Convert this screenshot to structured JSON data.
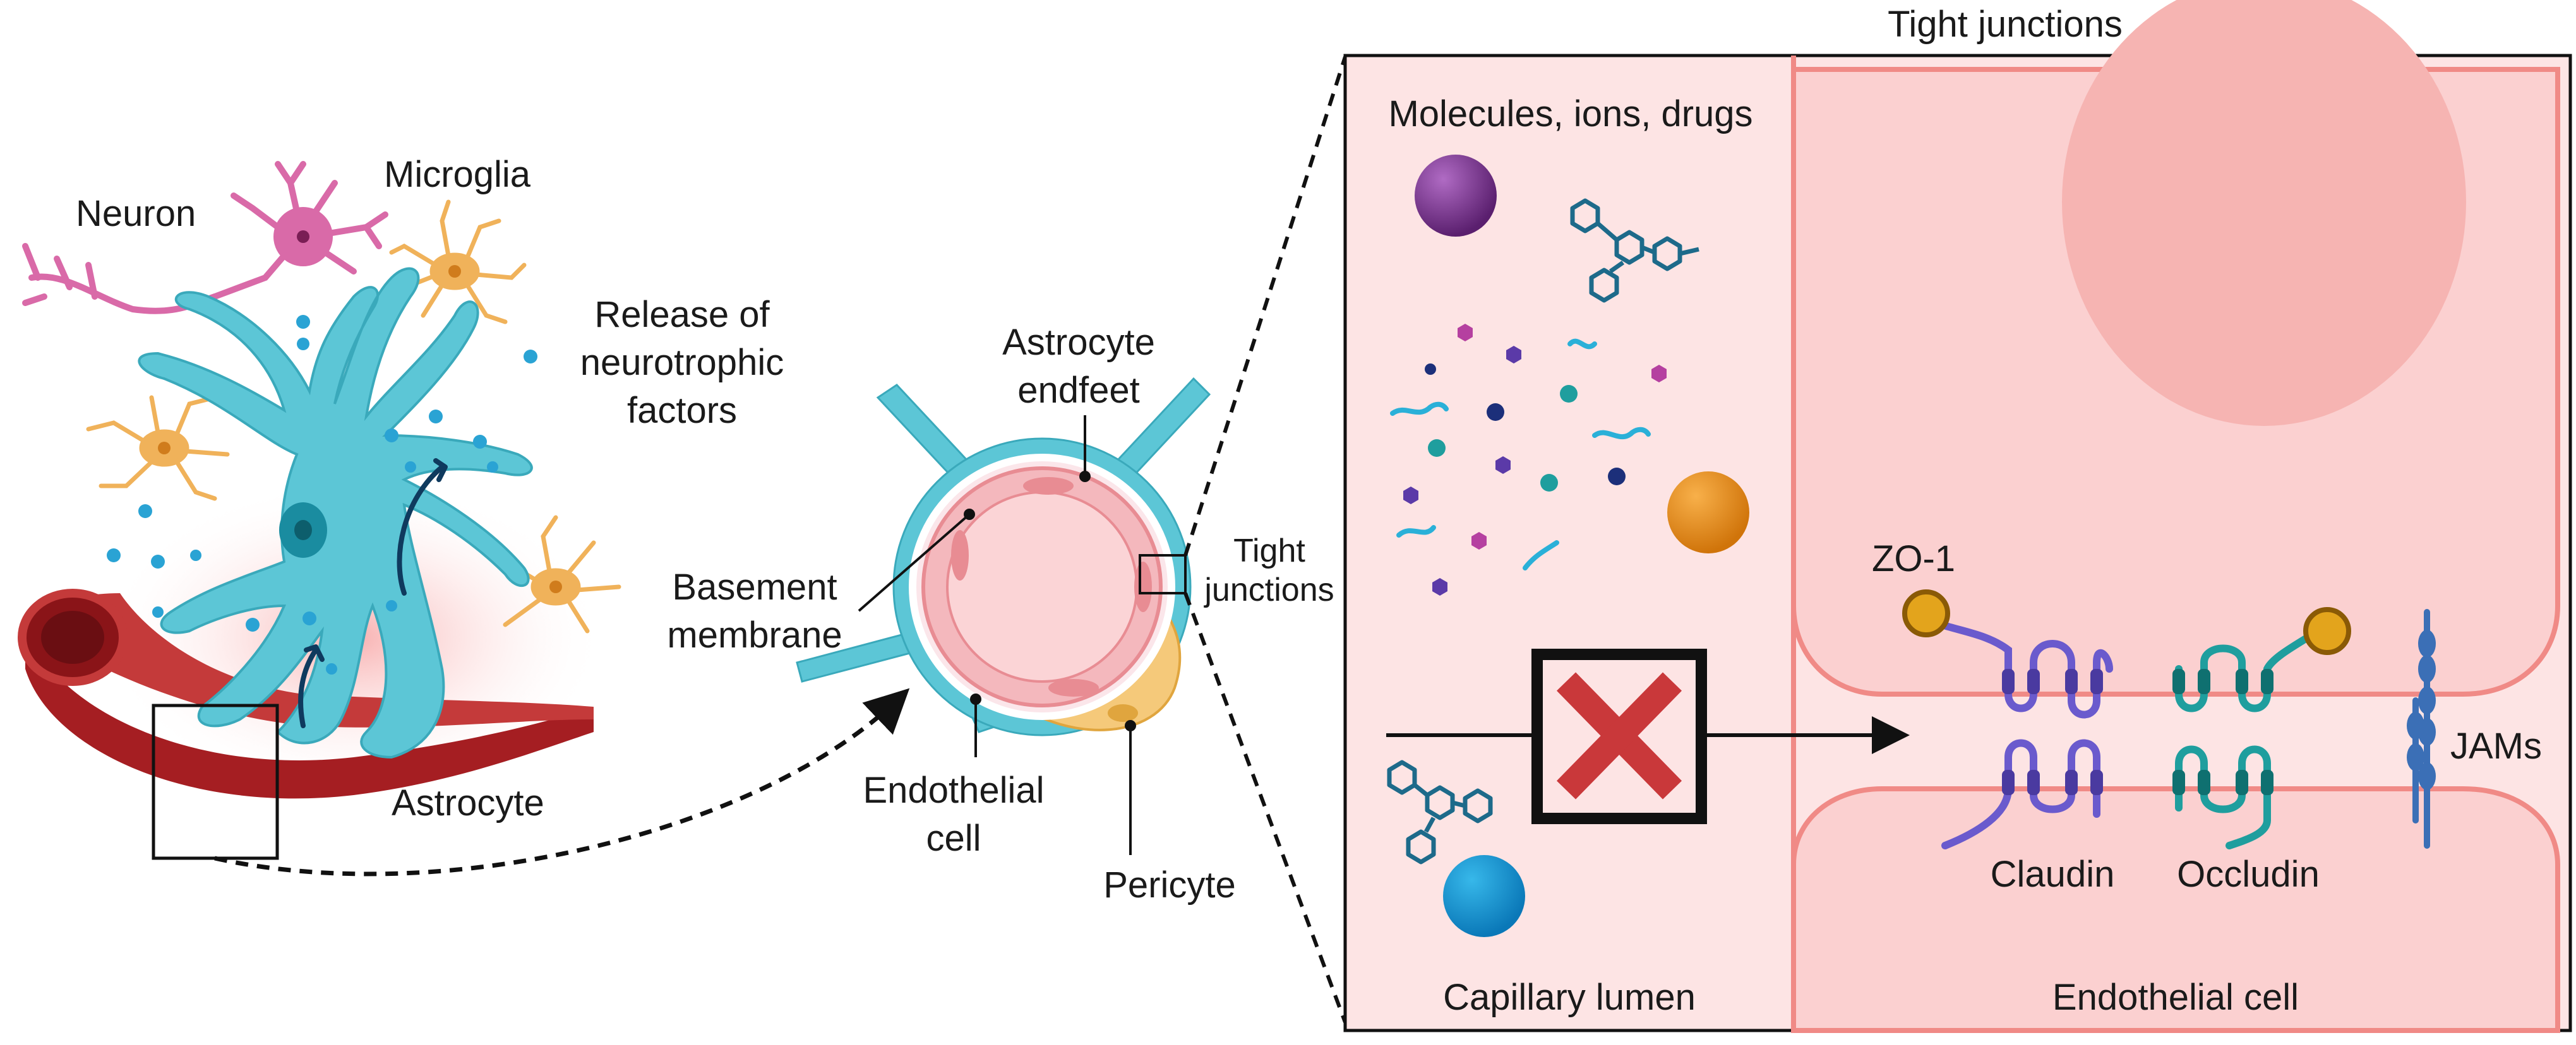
{
  "labels": {
    "neuron": "Neuron",
    "microglia": "Microglia",
    "release_1": "Release of",
    "release_2": "neurotrophic",
    "release_3": "factors",
    "astrocyte": "Astrocyte",
    "astrocyte_endfeet_1": "Astrocyte",
    "astrocyte_endfeet_2": "endfeet",
    "basement_1": "Basement",
    "basement_2": "membrane",
    "endothelial_1": "Endothelial",
    "endothelial_2": "cell",
    "pericyte": "Pericyte",
    "tight_1": "Tight",
    "tight_2": "junctions",
    "panel_title": "Tight junctions",
    "molecules": "Molecules, ions, drugs",
    "zo1": "ZO-1",
    "claudin": "Claudin",
    "occludin": "Occludin",
    "jams": "JAMs",
    "capillary_lumen": "Capillary lumen",
    "endothelial_cell": "Endothelial cell"
  },
  "colors": {
    "astrocyte": "#5cc6d6",
    "astrocyte_dark": "#2f9aab",
    "vessel": "#b3262a",
    "vessel_dark": "#7d1518",
    "neuron": "#d96aa8",
    "microglia": "#f0b25a",
    "lumen_bg": "#fde4e4",
    "cell_bg": "#fbd0d0",
    "cell_border": "#f08a86",
    "nucleus": "#f6b4b2",
    "claudin": "#6a5acd",
    "occludin": "#1f9e9e",
    "jams": "#3b6fb6",
    "zo1": "#e3a41c",
    "block_x": "#c9383a",
    "pericyte": "#f5c97a"
  },
  "icons": [
    "arrow-icon",
    "cross-icon",
    "magnifier-box-icon"
  ]
}
